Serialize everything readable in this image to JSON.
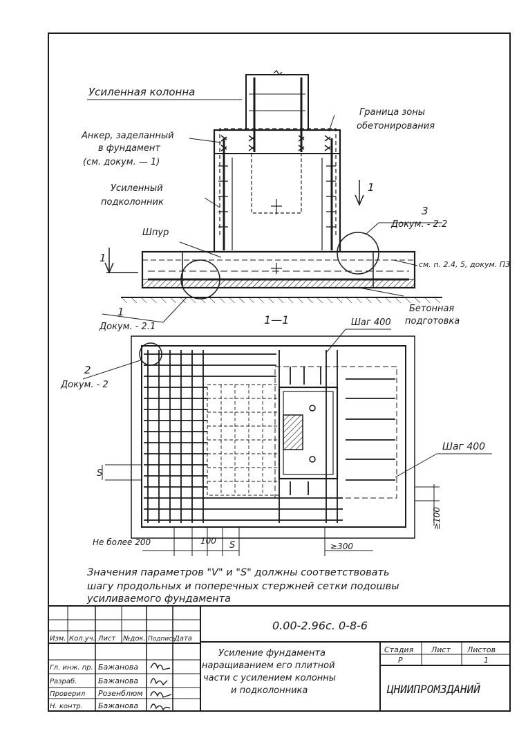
{
  "drawing": {
    "labels": {
      "reinforced_column": "Усиленная колонна",
      "anchor_l1": "Анкер, заделанный",
      "anchor_l2": "в фундамент",
      "anchor_l3": "(см. докум. — 1)",
      "sub_column_l1": "Усиленный",
      "sub_column_l2": "подколонник",
      "bore_hole": "Шпур",
      "zone_l1": "Граница зоны",
      "zone_l2": "обетонирования",
      "section_mark": "1",
      "callout3_num": "3",
      "callout3_doc": "Докум. - 2.2",
      "see_ref": "см. п. 2.4, 5, докум. П3",
      "callout1_num": "1",
      "callout1_doc": "Докум. - 2.1",
      "concrete_l1": "Бетонная",
      "concrete_l2": "подготовка",
      "section_title": "1—1",
      "pitch_top": "Шаг 400",
      "pitch_right": "Шаг 400",
      "callout2_num": "2",
      "callout2_doc": "Докум. - 2",
      "dim_s_left": "S",
      "dim_not_more": "Не более 200",
      "dim_100": "100",
      "dim_s_bottom": "S",
      "dim_300": "≥300",
      "dim_100_right": "≥100",
      "note_l1": "Значения параметров \"V\" и \"S\" должны соответствовать",
      "note_l2": "шагу продольных и поперечных стержней сетки подошвы",
      "note_l3": "усиливаемого фундамента"
    }
  },
  "title_block": {
    "code": "0.00-2.96с. 0-8-6",
    "title_l1": "Усиление фундамента",
    "title_l2": "наращиванием его плитной",
    "title_l3": "части с усилением колонны",
    "title_l4": "и подколонника",
    "col_headers": [
      "Изм.",
      "Кол.уч.",
      "Лист",
      "№док.",
      "Подпись",
      "Дата"
    ],
    "stage_header": "Стадия",
    "sheet_header": "Лист",
    "sheets_header": "Листов",
    "stage_value": "Р",
    "sheets_value": "1",
    "organization": "ЦНИИПРОМЗДАНИЙ",
    "roles": [
      {
        "role": "Гл. инж. пр.",
        "name": "Бажанова"
      },
      {
        "role": "Разраб.",
        "name": "Бажанова"
      },
      {
        "role": "Проверил",
        "name": "Розенблюм"
      },
      {
        "role": "Н. контр.",
        "name": "Бажанова"
      }
    ]
  }
}
